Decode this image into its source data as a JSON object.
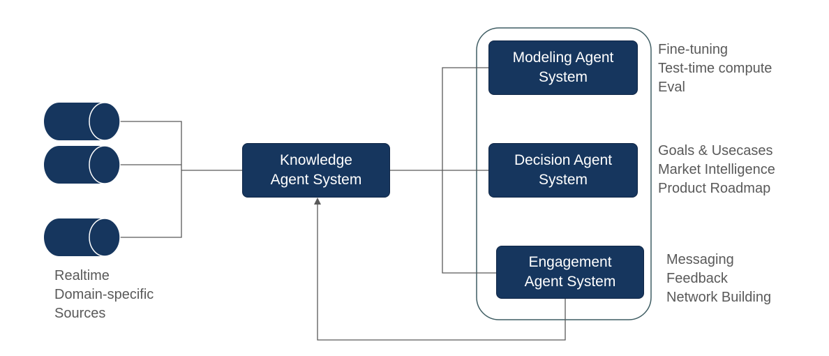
{
  "sources": {
    "cylinders": [
      "source-1",
      "source-2",
      "source-3"
    ],
    "caption": [
      "Realtime",
      "Domain-specific",
      "Sources"
    ]
  },
  "knowledge": {
    "lines": [
      "Knowledge",
      "Agent System"
    ]
  },
  "modeling": {
    "lines": [
      "Modeling Agent",
      "System"
    ],
    "notes": [
      "Fine-tuning",
      "Test-time compute",
      "Eval"
    ]
  },
  "decision": {
    "lines": [
      "Decision Agent",
      "System"
    ],
    "notes": [
      "Goals & Usecases",
      "Market Intelligence",
      "Product Roadmap"
    ]
  },
  "engagement": {
    "lines": [
      "Engagement",
      "Agent System"
    ],
    "notes": [
      "Messaging",
      "Feedback",
      "Network Building"
    ]
  },
  "colors": {
    "box_fill": "#16365e",
    "line": "#595959",
    "text": "#595959"
  }
}
